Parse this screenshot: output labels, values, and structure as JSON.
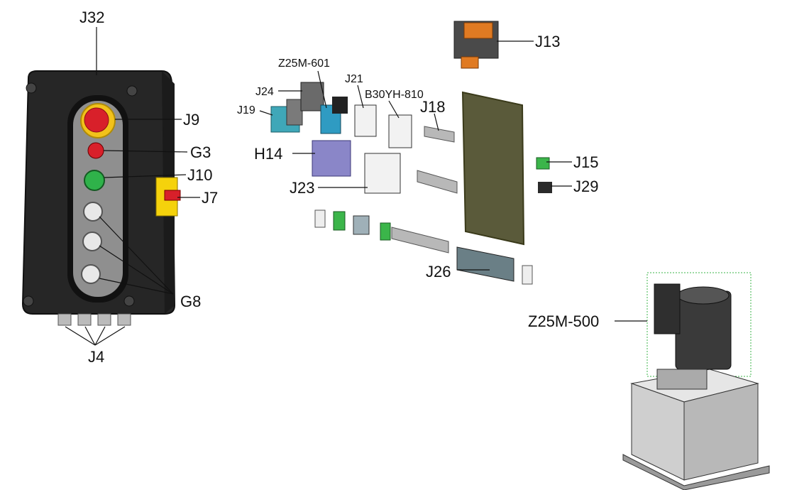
{
  "labels": {
    "J32": "J32",
    "J9": "J9",
    "G3": "G3",
    "J10": "J10",
    "J7": "J7",
    "G8": "G8",
    "J4": "J4",
    "Z25M_601": "Z25M-601",
    "J24": "J24",
    "J19": "J19",
    "J21": "J21",
    "B30YH_810": "B30YH-810",
    "J18": "J18",
    "J13": "J13",
    "H14": "H14",
    "J23": "J23",
    "J15": "J15",
    "J29": "J29",
    "J26": "J26",
    "Z25M_500": "Z25M-500"
  },
  "colors": {
    "box_black": "#2a2a2a",
    "panel_grey": "#8a8a8a",
    "estop_red": "#d8202a",
    "estop_yellow": "#f2c21a",
    "green_button": "#2fb24a",
    "white_button": "#e8e8e8",
    "switch_yellow": "#f5d20c",
    "contactor_purple": "#8a86c8",
    "relay_teal": "#3fa7b8",
    "terminal_green": "#3bb54a",
    "mesh_plate": "#5a5a3a",
    "transformer_orange": "#e07a22",
    "pump_grey": "#c8c8c8",
    "motor_dark": "#3a3a3a"
  }
}
